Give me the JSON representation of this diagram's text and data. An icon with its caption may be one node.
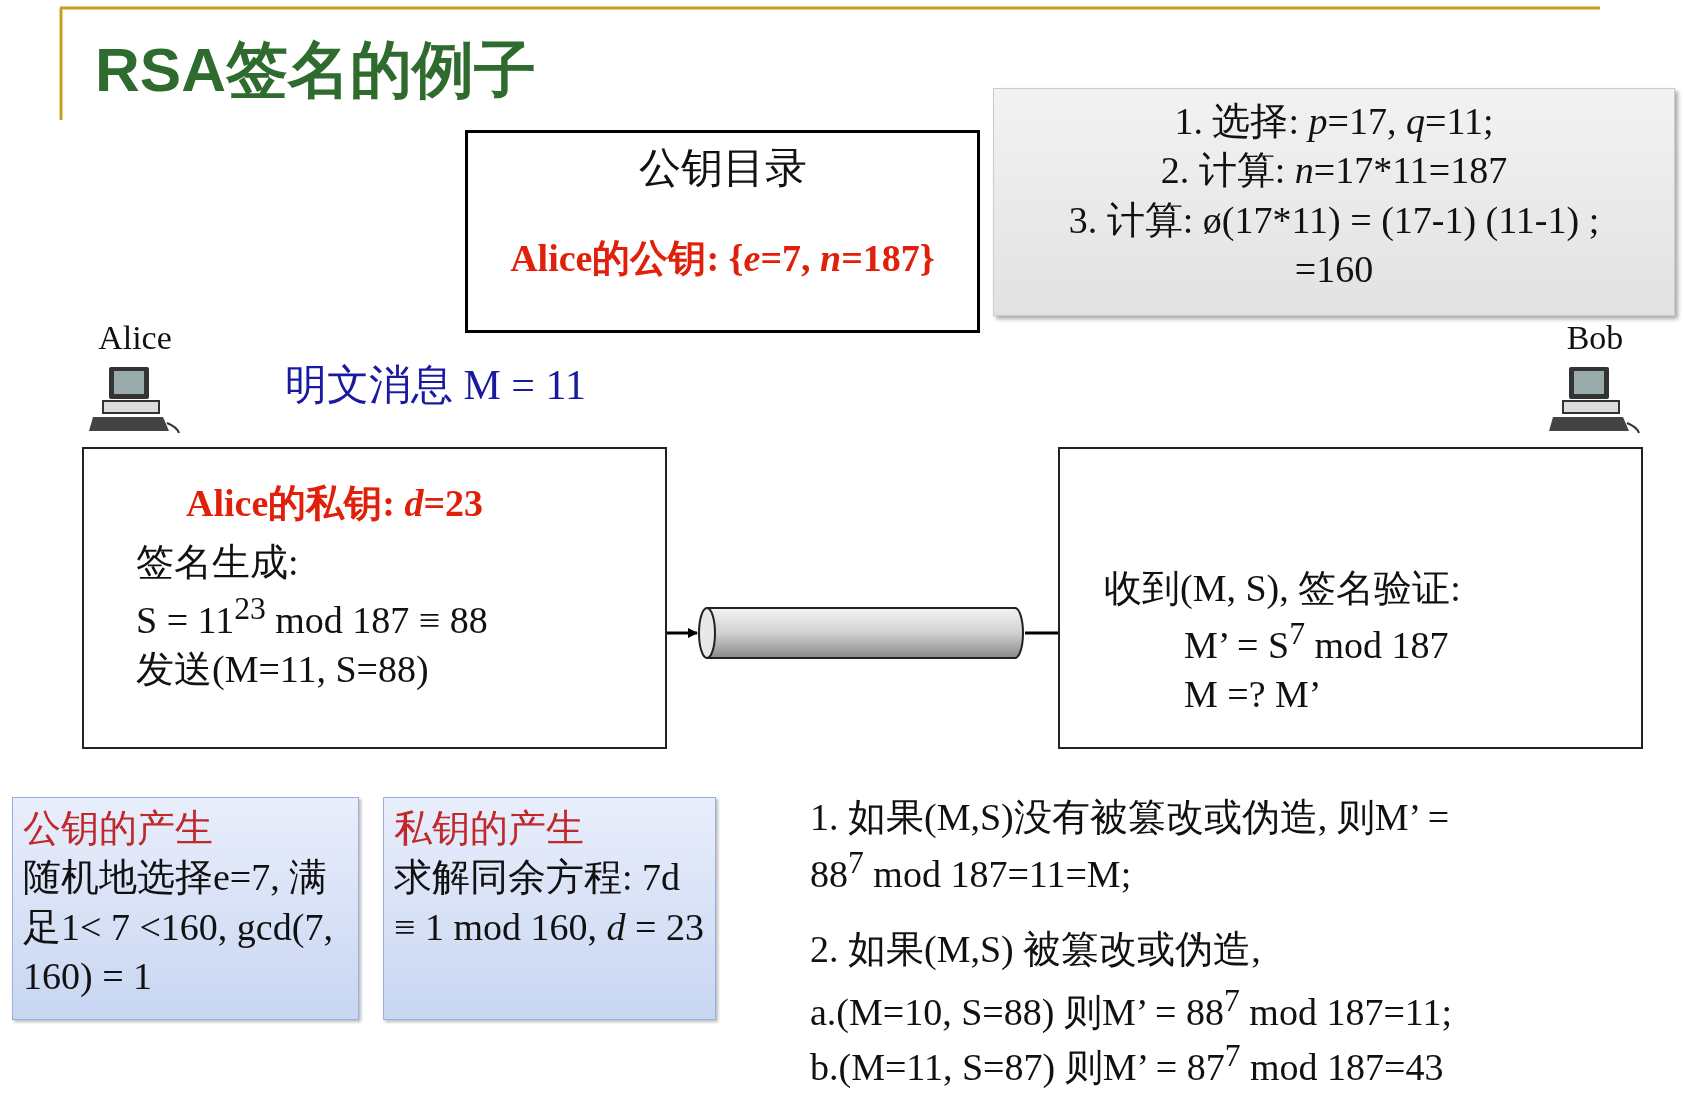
{
  "diagram": {
    "title": "RSA签名的例子",
    "nodes": [
      {
        "text": [
          "公钥目录",
          "Alice的公钥: {*e*=7, *n*=187}"
        ]
      },
      {
        "text": [
          "1. 选择: *p*=17, *q*=11;",
          "2. 计算: *n*=17*11=187",
          "3. 计算: ø(17*11) = (17-1) (11-1) ; =160"
        ]
      },
      {
        "text": [
          "Alice"
        ]
      },
      {
        "text": [
          "Bob"
        ]
      },
      {
        "text": [
          "Alice的私钥: *d*=23",
          "签名生成:",
          "S = 11$^{23}$ mod 187 ≡ 88",
          "发送(M=11, S=88)"
        ]
      },
      {
        "text": [],
        "shape": "cylinder"
      },
      {
        "text": [
          "收到(M, S), 签名验证:",
          "M’ = S$^{7}$ mod 187",
          "M =? M’"
        ]
      },
      {
        "text": [
          "公钥的产生",
          "随机地选择e=7, 满足1< 7 <160, gcd(7, 160) = 1"
        ]
      },
      {
        "text": [
          "私钥的产生",
          "求解同余方程: 7d ≡ 1 mod 160, *d* = 23"
        ]
      }
    ],
    "edges": [
      {
        "from": 4,
        "to": 5,
        "arrow": "to"
      },
      {
        "from": 5,
        "to": 6,
        "arrow": "none"
      }
    ],
    "labels": [
      "明文消息 M = 11",
      "1. 如果(M,S)没有被篡改或伪造, 则M’ = 88$^{7}$ mod 187=11=M;",
      "2. 如果(M,S) 被篡改或伪造,",
      "a.(M=10, S=88) 则M’ = 88$^{7}$ mod 187=11;",
      "b.(M=11, S=87) 则M’ = 87$^{7}$ mod 187=43"
    ]
  }
}
